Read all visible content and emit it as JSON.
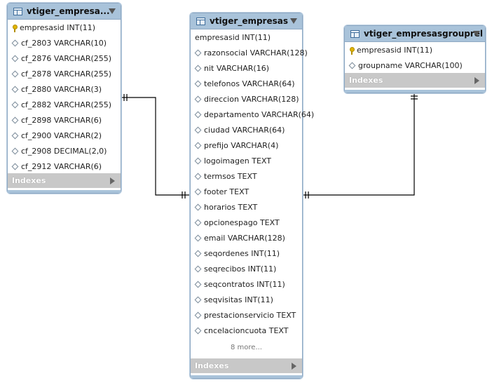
{
  "tables": {
    "left": {
      "title": "vtiger_empresa...",
      "columns": [
        {
          "label": "empresasid INT(11)",
          "icon": "primary-key-icon"
        },
        {
          "label": "cf_2803 VARCHAR(10)",
          "icon": "column-diamond-icon"
        },
        {
          "label": "cf_2876 VARCHAR(255)",
          "icon": "column-diamond-icon"
        },
        {
          "label": "cf_2878 VARCHAR(255)",
          "icon": "column-diamond-icon"
        },
        {
          "label": "cf_2880 VARCHAR(3)",
          "icon": "column-diamond-icon"
        },
        {
          "label": "cf_2882 VARCHAR(255)",
          "icon": "column-diamond-icon"
        },
        {
          "label": "cf_2898 VARCHAR(6)",
          "icon": "column-diamond-icon"
        },
        {
          "label": "cf_2900 VARCHAR(2)",
          "icon": "column-diamond-icon"
        },
        {
          "label": "cf_2908 DECIMAL(2,0)",
          "icon": "column-diamond-icon"
        },
        {
          "label": "cf_2912 VARCHAR(6)",
          "icon": "column-diamond-icon"
        }
      ],
      "indexes_label": "Indexes"
    },
    "center": {
      "title": "vtiger_empresas",
      "columns": [
        {
          "label": "empresasid INT(11)",
          "icon": "none"
        },
        {
          "label": "razonsocial VARCHAR(128)",
          "icon": "column-diamond-icon"
        },
        {
          "label": "nit VARCHAR(16)",
          "icon": "column-diamond-icon"
        },
        {
          "label": "telefonos VARCHAR(64)",
          "icon": "column-diamond-icon"
        },
        {
          "label": "direccion VARCHAR(128)",
          "icon": "column-diamond-icon"
        },
        {
          "label": "departamento VARCHAR(64)",
          "icon": "column-diamond-icon"
        },
        {
          "label": "ciudad VARCHAR(64)",
          "icon": "column-diamond-icon"
        },
        {
          "label": "prefijo VARCHAR(4)",
          "icon": "column-diamond-icon"
        },
        {
          "label": "logoimagen TEXT",
          "icon": "column-diamond-icon"
        },
        {
          "label": "termsos TEXT",
          "icon": "column-diamond-icon"
        },
        {
          "label": "footer TEXT",
          "icon": "column-diamond-icon"
        },
        {
          "label": "horarios TEXT",
          "icon": "column-diamond-icon"
        },
        {
          "label": "opcionespago TEXT",
          "icon": "column-diamond-icon"
        },
        {
          "label": "email VARCHAR(128)",
          "icon": "column-diamond-icon"
        },
        {
          "label": "seqordenes INT(11)",
          "icon": "column-diamond-icon"
        },
        {
          "label": "seqrecibos INT(11)",
          "icon": "column-diamond-icon"
        },
        {
          "label": "seqcontratos INT(11)",
          "icon": "column-diamond-icon"
        },
        {
          "label": "seqvisitas INT(11)",
          "icon": "column-diamond-icon"
        },
        {
          "label": "prestacionservicio TEXT",
          "icon": "column-diamond-icon"
        },
        {
          "label": "cncelacioncuota TEXT",
          "icon": "column-diamond-icon"
        }
      ],
      "more_label": "8 more...",
      "indexes_label": "Indexes"
    },
    "right": {
      "title": "vtiger_empresasgrouprel",
      "columns": [
        {
          "label": "empresasid INT(11)",
          "icon": "primary-key-icon"
        },
        {
          "label": "groupname VARCHAR(100)",
          "icon": "column-diamond-icon"
        }
      ],
      "indexes_label": "Indexes"
    }
  },
  "relationships": [
    {
      "from": "vtiger_empresa...",
      "to": "vtiger_empresas",
      "cardinality": "one-to-one"
    },
    {
      "from": "vtiger_empresasgrouprel",
      "to": "vtiger_empresas",
      "cardinality": "one-to-one"
    }
  ],
  "colors": {
    "header": "#a9c3da",
    "border": "#8fa9c3",
    "indexes_bar": "#c8c8c8",
    "connector": "#000000"
  }
}
